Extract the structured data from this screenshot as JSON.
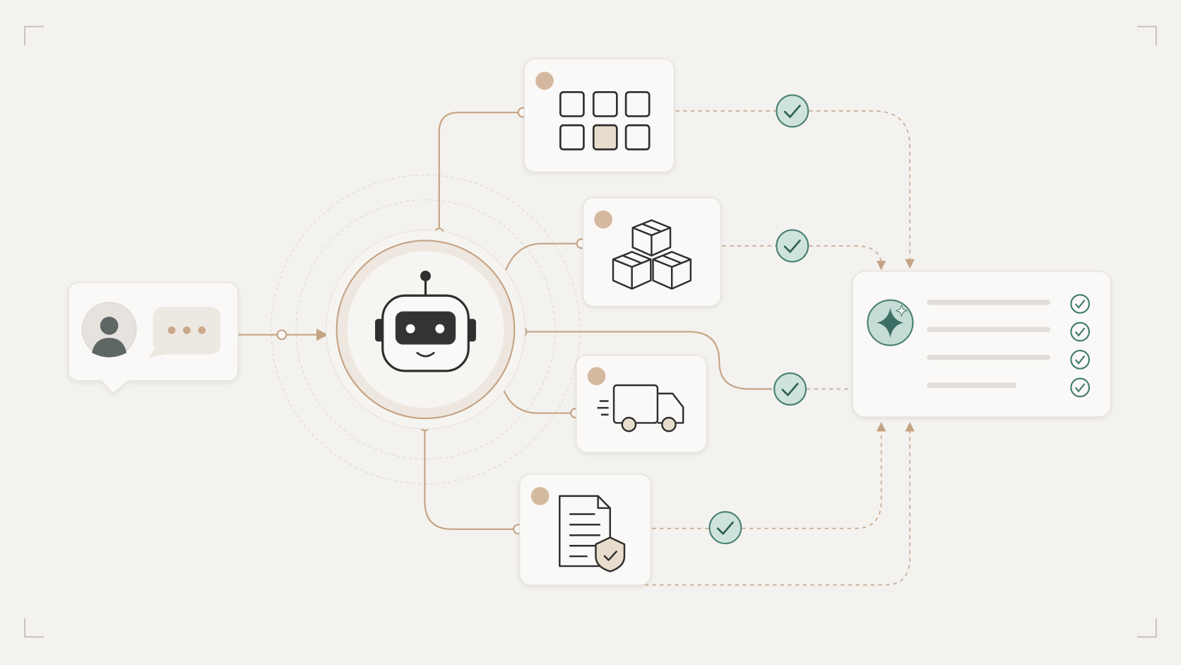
{
  "colors": {
    "background": "#f4f2ef",
    "card": "#faf9f7",
    "card_border": "#e3dfda",
    "accent_tan": "#c4a384",
    "status_dot": "#d4b9a0",
    "check_fill": "#cfe3dd",
    "check_stroke": "#4a8273",
    "dark_icon": "#2f2f2f"
  },
  "nodes": [
    {
      "id": "user-message",
      "icon": "user-avatar-with-chat-bubble-icon"
    },
    {
      "id": "ai-agent",
      "icon": "robot-icon"
    },
    {
      "id": "task-grid",
      "icon": "grid-calendar-icon",
      "status": "complete"
    },
    {
      "id": "inventory",
      "icon": "boxes-icon",
      "status": "complete"
    },
    {
      "id": "shipping",
      "icon": "delivery-truck-icon",
      "status": "complete"
    },
    {
      "id": "compliance",
      "icon": "document-shield-icon",
      "status": "complete"
    },
    {
      "id": "result",
      "icon": "sparkle-icon",
      "checklist_items": 4,
      "checklist_status": "all-complete"
    }
  ]
}
